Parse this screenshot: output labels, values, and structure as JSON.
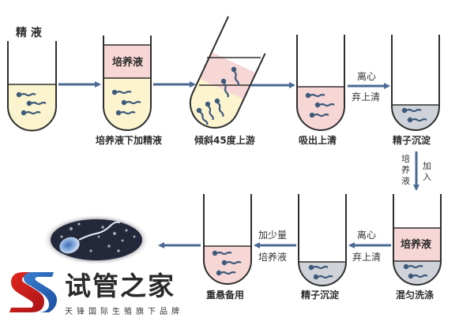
{
  "colors": {
    "outline": "#2e2e2e",
    "arrow": "#4a6a93",
    "sperm": "#3d5a7a",
    "semen_yellow": "#fbf4cf",
    "culture_pink": "#f7d6d6",
    "sediment_gray": "#cfd3d9"
  },
  "steps_row1": [
    {
      "id": "semen",
      "top_label": "精 液",
      "label": ""
    },
    {
      "id": "add-medium",
      "inner_label": "培养液",
      "label": "培养液下加精液"
    },
    {
      "id": "tilt-swimup",
      "label": "倾斜45度上游"
    },
    {
      "id": "aspirate",
      "label": "吸出上清"
    },
    {
      "id": "pellet-1",
      "label": "精子沉淀"
    }
  ],
  "steps_row2": [
    {
      "id": "wash",
      "inner_label": "培养液",
      "label": "混匀洗涤"
    },
    {
      "id": "pellet-2",
      "label": "精子沉淀"
    },
    {
      "id": "resuspend",
      "label": "重悬备用"
    }
  ],
  "arrows": {
    "centrifuge_1": {
      "above": "离心",
      "below": "弃上清"
    },
    "add_medium_down": {
      "left": "培养液",
      "right": "加入"
    },
    "centrifuge_2": {
      "above": "离心",
      "below": "弃上清"
    },
    "add_small": {
      "above": "加少量",
      "below": "培养液"
    }
  },
  "logo": {
    "title": "试管之家",
    "subtitle": "天锋国际生殖旗下品牌"
  }
}
